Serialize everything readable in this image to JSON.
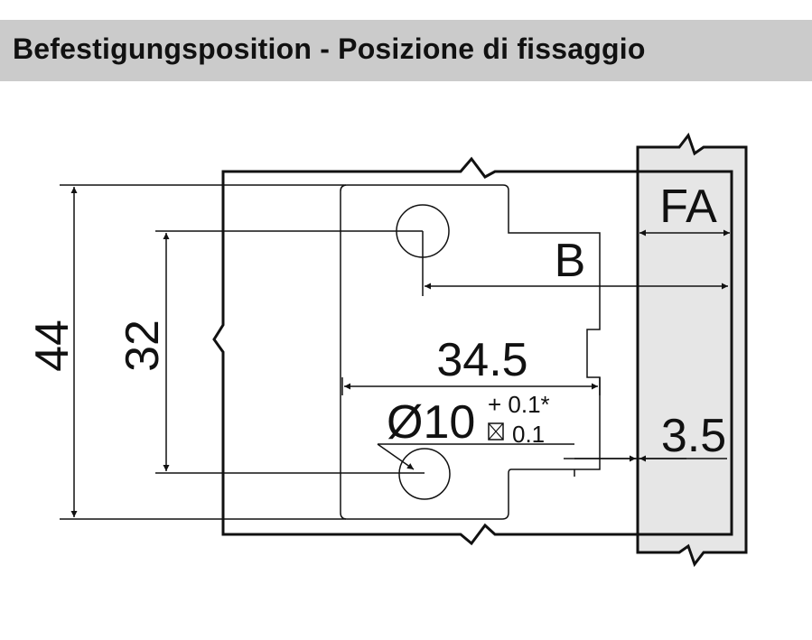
{
  "title": "Befestigungsposition - Posizione di fissaggio",
  "dimensions": {
    "height_outer": "44",
    "height_inner": "32",
    "width": "34.5",
    "diameter": "Ø10",
    "tol_plus": "+ 0.1*",
    "tol_minus": "0.1",
    "offset": "3.5",
    "label_b": "B",
    "label_fa": "FA"
  },
  "colors": {
    "title_bg": "#cbcbcb",
    "panel_fill": "#e6e6e6",
    "line": "#111111"
  }
}
